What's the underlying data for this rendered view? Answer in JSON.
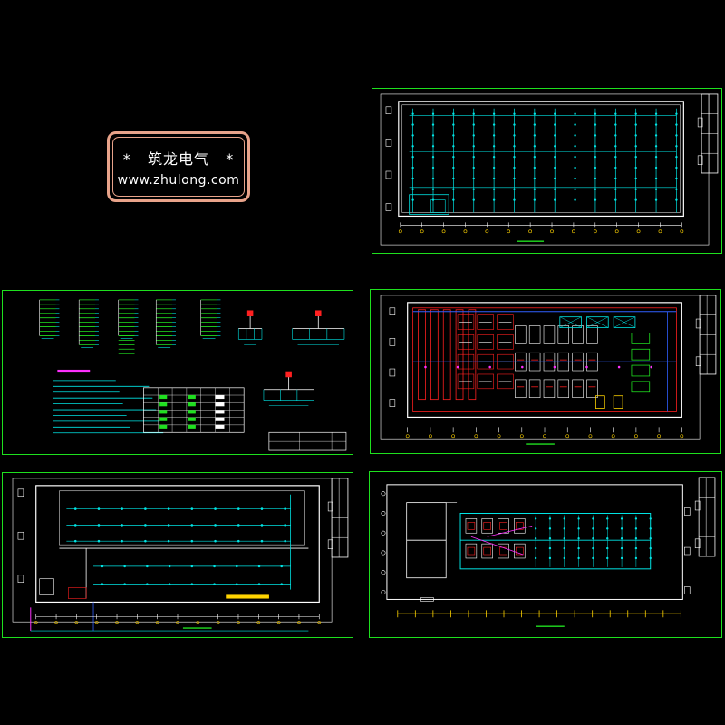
{
  "watermark": {
    "star_left": "*",
    "name": "筑龙电气",
    "star_right": "*",
    "url": "www.zhulong.com"
  },
  "colors": {
    "background": "#000000",
    "sheet_frame": "#1ee01e",
    "logo_border": "#e8a38a",
    "cyan": "#00e5e5",
    "red": "#ff2020",
    "white": "#ffffff",
    "yellow": "#ffd400",
    "green": "#20e020",
    "magenta": "#ff30ff",
    "blue": "#3060ff"
  },
  "sheets": [
    {
      "id": "lighting-plan-top-right",
      "content": "lighting-grid"
    },
    {
      "id": "system-diagrams-left",
      "content": "riser-and-table"
    },
    {
      "id": "equipment-layout-right",
      "content": "equipment-layout"
    },
    {
      "id": "power-plan-bottom-left",
      "content": "power-plan"
    },
    {
      "id": "lighting-plan-bottom-right",
      "content": "lighting-plan-small"
    }
  ]
}
